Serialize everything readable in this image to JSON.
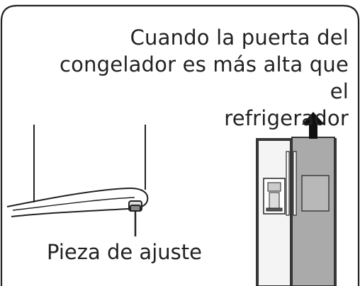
{
  "caption": {
    "line1": "Cuando la puerta del",
    "line2": "congelador es más alta que el",
    "line3": "refrigerador"
  },
  "part_label": "Pieza de ajuste",
  "colors": {
    "line": "#222222",
    "door_fill": "#aaaaaa",
    "arrow": "#111111"
  }
}
